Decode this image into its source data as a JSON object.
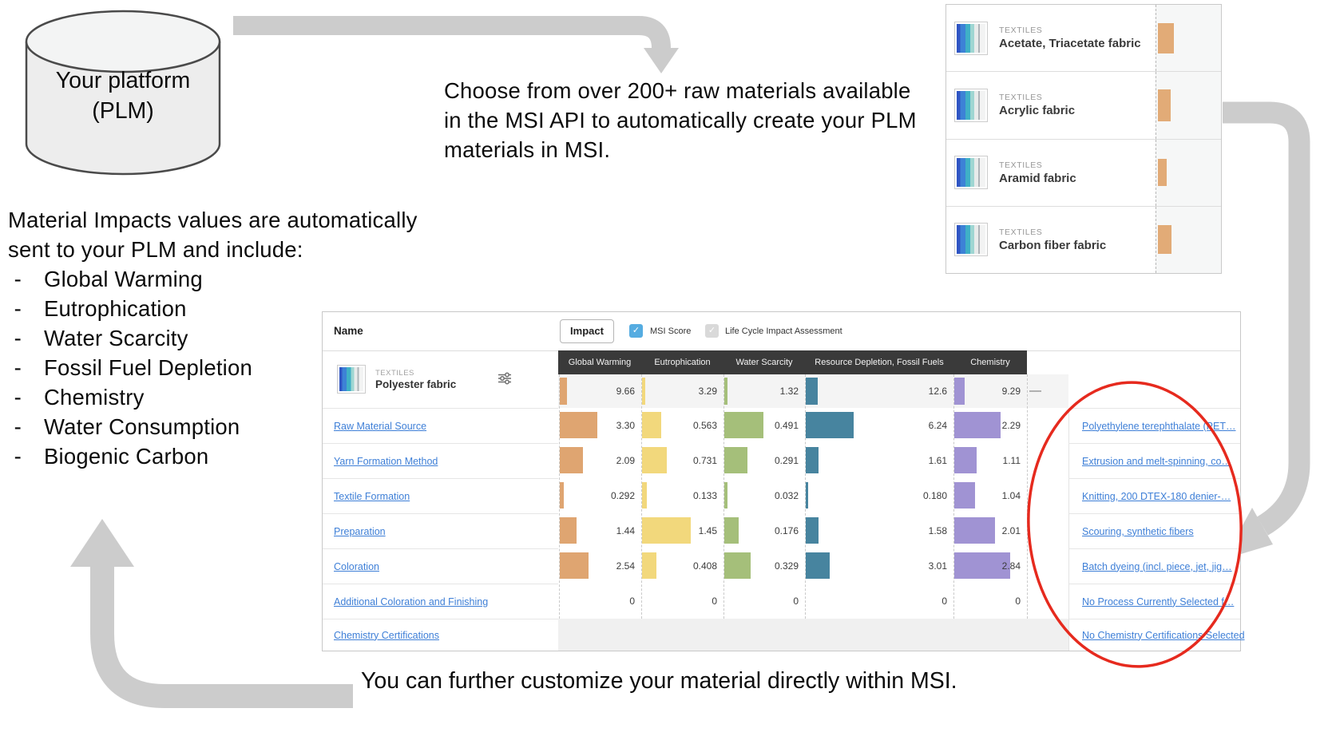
{
  "colors": {
    "arrow_gray": "#cccccc",
    "link_blue": "#3e7fd7",
    "red_circle": "#e62a1e",
    "dark_header_bg": "#3a3a3a",
    "bar_orange": "#dfa571",
    "bar_yellow": "#f2d87c",
    "bar_green": "#a5bf7a",
    "bar_blue": "#47849f",
    "bar_purple": "#a093d3",
    "panel_bar_orange": "#e2ab77"
  },
  "platform": {
    "line1": "Your platform",
    "line2": "(PLM)"
  },
  "captions": {
    "choose": "Choose from over 200+ raw materials available in the MSI API to automatically create your PLM materials in MSI.",
    "impacts_line1": "Material Impacts values are automatically",
    "impacts_line2": "sent to your PLM and include:",
    "impacts": [
      "Global Warming",
      "Eutrophication",
      "Water Scarcity",
      "Fossil Fuel Depletion",
      "Chemistry",
      "Water Consumption",
      "Biogenic Carbon"
    ],
    "bottom": "You can further customize your material directly within MSI."
  },
  "materials_panel": {
    "items": [
      {
        "category": "TEXTILES",
        "name": "Acetate, Triacetate fabric",
        "bar": {
          "w": 20,
          "h": 38
        }
      },
      {
        "category": "TEXTILES",
        "name": "Acrylic fabric",
        "bar": {
          "w": 16,
          "h": 40
        }
      },
      {
        "category": "TEXTILES",
        "name": "Aramid fabric",
        "bar": {
          "w": 11,
          "h": 34
        }
      },
      {
        "category": "TEXTILES",
        "name": "Carbon fiber fabric",
        "bar": {
          "w": 17,
          "h": 36
        }
      }
    ]
  },
  "msi_table": {
    "name_header": "Name",
    "impact_button": "Impact",
    "checkboxes": [
      {
        "label": "MSI Score",
        "checked": true
      },
      {
        "label": "Life Cycle Impact Assessment",
        "checked": false
      }
    ],
    "columns": [
      "Global Warming",
      "Eutrophication",
      "Water Scarcity",
      "Resource Depletion, Fossil Fuels",
      "Chemistry"
    ],
    "parent_row": {
      "category": "TEXTILES",
      "name": "Polyester fabric",
      "cells": [
        {
          "value": "9.66",
          "bar": 9
        },
        {
          "value": "3.29",
          "bar": 4
        },
        {
          "value": "1.32",
          "bar": 4
        },
        {
          "value": "12.6",
          "bar": 15
        },
        {
          "value": "9.29",
          "bar": 13
        }
      ],
      "total": "—"
    },
    "rows": [
      {
        "label": "Raw Material Source",
        "cells": [
          {
            "value": "3.30",
            "bar": 47
          },
          {
            "value": "0.563",
            "bar": 24
          },
          {
            "value": "0.491",
            "bar": 49
          },
          {
            "value": "6.24",
            "bar": 60
          },
          {
            "value": "2.29",
            "bar": 58
          }
        ],
        "process": "Polyethylene terephthalate (PET…"
      },
      {
        "label": "Yarn Formation Method",
        "cells": [
          {
            "value": "2.09",
            "bar": 29
          },
          {
            "value": "0.731",
            "bar": 31
          },
          {
            "value": "0.291",
            "bar": 29
          },
          {
            "value": "1.61",
            "bar": 16
          },
          {
            "value": "1.11",
            "bar": 28
          }
        ],
        "process": "Extrusion and melt-spinning, co…"
      },
      {
        "label": "Textile Formation",
        "cells": [
          {
            "value": "0.292",
            "bar": 5
          },
          {
            "value": "0.133",
            "bar": 6
          },
          {
            "value": "0.032",
            "bar": 4
          },
          {
            "value": "0.180",
            "bar": 3
          },
          {
            "value": "1.04",
            "bar": 26
          }
        ],
        "process": "Knitting, 200 DTEX-180 denier-…"
      },
      {
        "label": "Preparation",
        "cells": [
          {
            "value": "1.44",
            "bar": 21
          },
          {
            "value": "1.45",
            "bar": 61
          },
          {
            "value": "0.176",
            "bar": 18
          },
          {
            "value": "1.58",
            "bar": 16
          },
          {
            "value": "2.01",
            "bar": 51
          }
        ],
        "process": "Scouring, synthetic fibers"
      },
      {
        "label": "Coloration",
        "cells": [
          {
            "value": "2.54",
            "bar": 36
          },
          {
            "value": "0.408",
            "bar": 18
          },
          {
            "value": "0.329",
            "bar": 33
          },
          {
            "value": "3.01",
            "bar": 30
          },
          {
            "value": "2.84",
            "bar": 70
          }
        ],
        "process": "Batch dyeing (incl. piece, jet, jig…"
      },
      {
        "label": "Additional Coloration and Finishing",
        "cells": [
          {
            "value": "0",
            "bar": 0
          },
          {
            "value": "0",
            "bar": 0
          },
          {
            "value": "0",
            "bar": 0
          },
          {
            "value": "0",
            "bar": 0
          },
          {
            "value": "0",
            "bar": 0
          }
        ],
        "process": "No Process Currently Selected f…"
      },
      {
        "label": "Chemistry Certifications",
        "cells": null,
        "process": "No Chemistry Certifications Selected"
      }
    ]
  }
}
